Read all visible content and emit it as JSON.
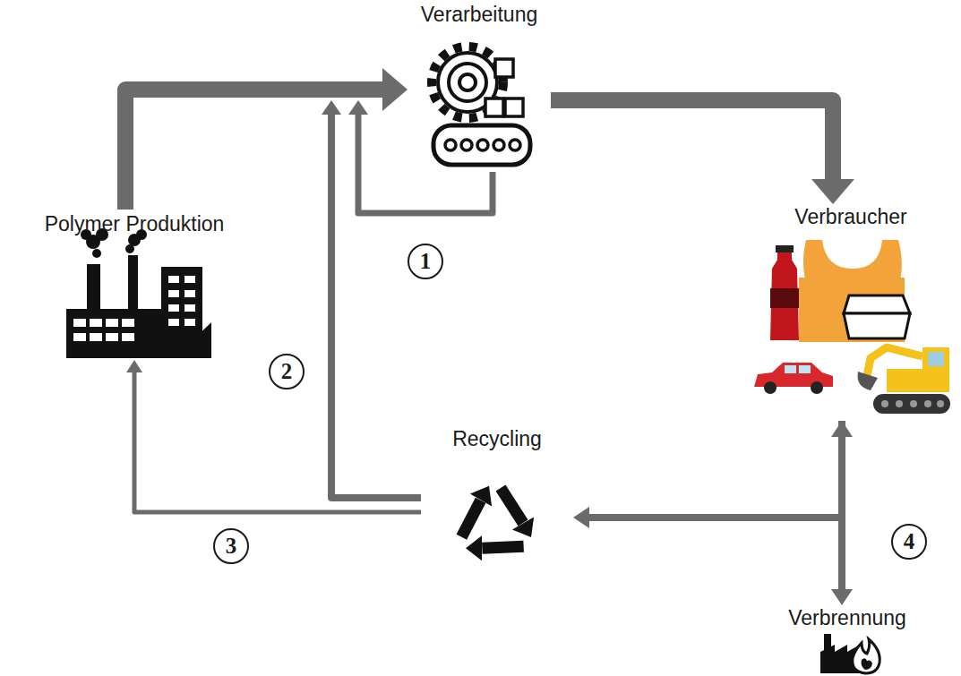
{
  "diagram": {
    "nodes": [
      {
        "text": [
          "Verarbeitung"
        ]
      },
      {
        "text": [
          "Polymer Produktion"
        ]
      },
      {
        "text": [
          "Verbraucher"
        ]
      },
      {
        "text": [
          "Recycling"
        ]
      },
      {
        "text": [
          "Verbrennung"
        ]
      }
    ],
    "edges": [
      {
        "from": 1,
        "to": 0,
        "arrow": "to"
      },
      {
        "from": 0,
        "to": 2,
        "arrow": "to"
      },
      {
        "from": 0,
        "to": 0,
        "arrow": "to"
      },
      {
        "from": 3,
        "to": 0,
        "arrow": "to"
      },
      {
        "from": 3,
        "to": 1,
        "arrow": "to"
      },
      {
        "from": 2,
        "to": 3,
        "arrow": "to"
      },
      {
        "from": 2,
        "to": 4,
        "arrow": "both"
      }
    ],
    "labels": [
      "1",
      "2",
      "3",
      "4"
    ]
  }
}
